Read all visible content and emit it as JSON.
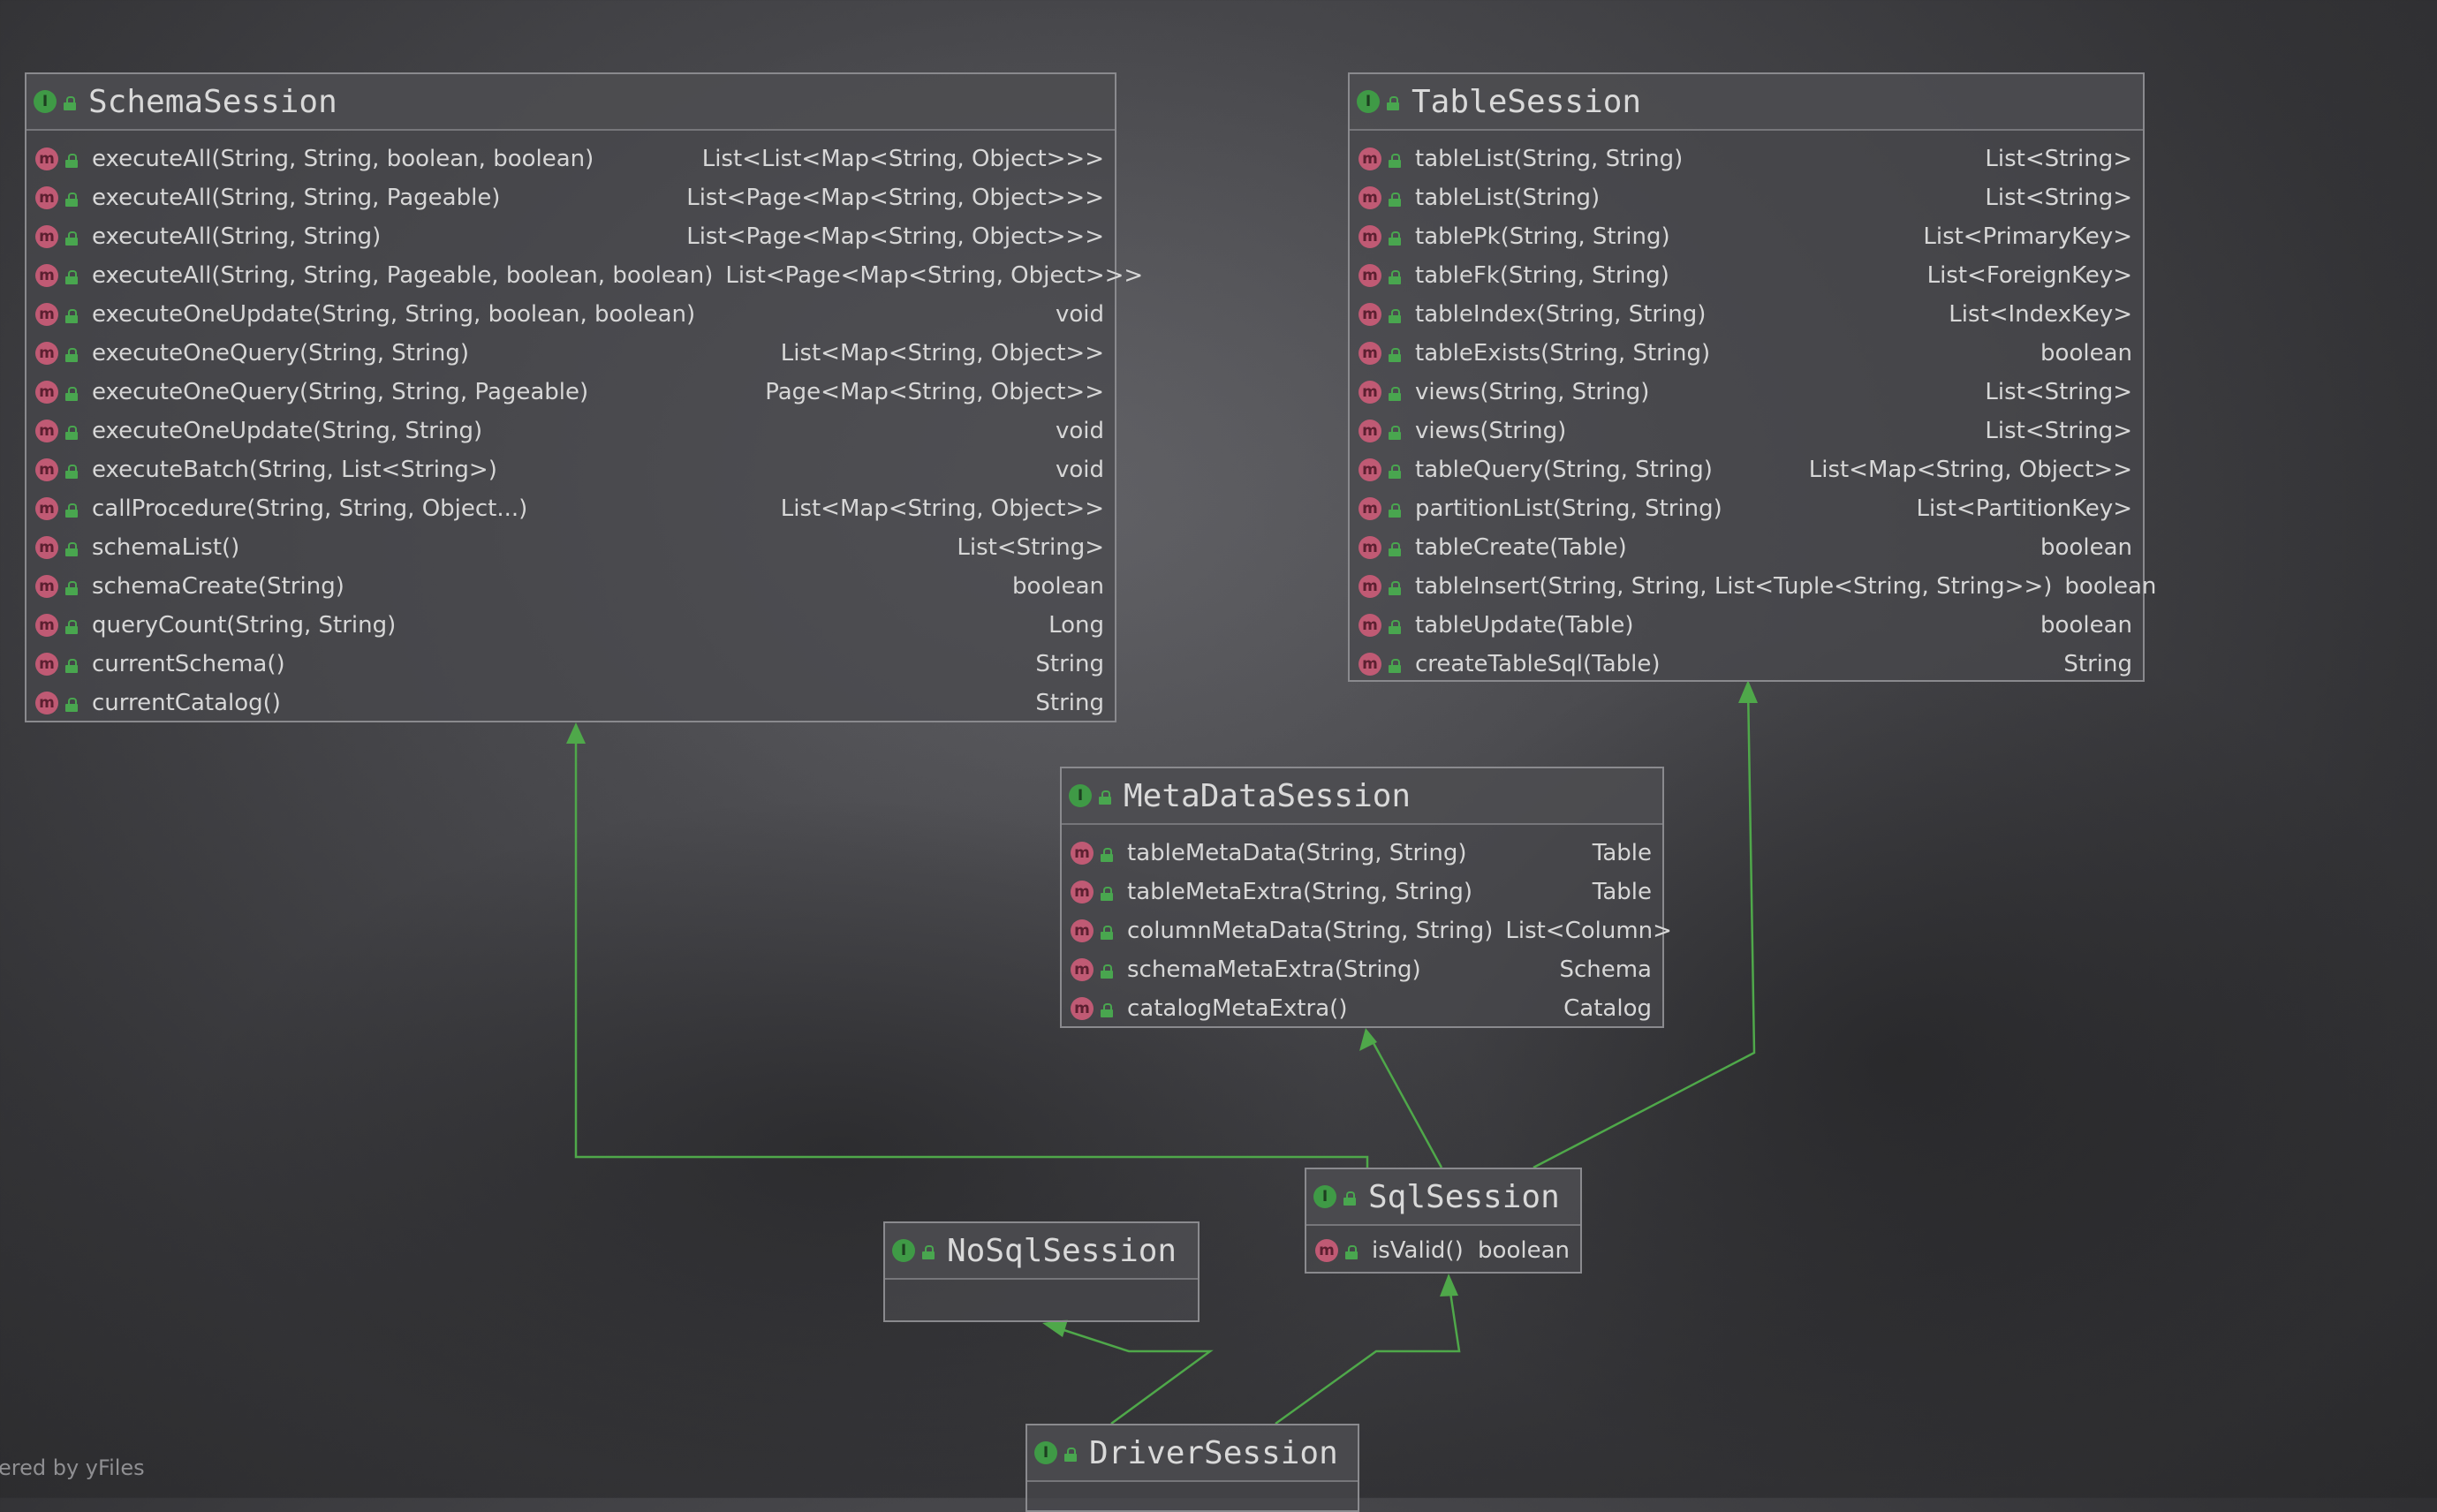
{
  "nodes": {
    "schema": {
      "title": "SchemaSession",
      "methods": [
        {
          "sig": "executeAll(String, String, boolean, boolean)",
          "ret": "List<List<Map<String, Object>>>"
        },
        {
          "sig": "executeAll(String, String, Pageable)",
          "ret": "List<Page<Map<String, Object>>>"
        },
        {
          "sig": "executeAll(String, String)",
          "ret": "List<Page<Map<String, Object>>>"
        },
        {
          "sig": "executeAll(String, String, Pageable, boolean, boolean)",
          "ret": "List<Page<Map<String, Object>>>"
        },
        {
          "sig": "executeOneUpdate(String, String, boolean, boolean)",
          "ret": "void"
        },
        {
          "sig": "executeOneQuery(String, String)",
          "ret": "List<Map<String, Object>>"
        },
        {
          "sig": "executeOneQuery(String, String, Pageable)",
          "ret": "Page<Map<String, Object>>"
        },
        {
          "sig": "executeOneUpdate(String, String)",
          "ret": "void"
        },
        {
          "sig": "executeBatch(String, List<String>)",
          "ret": "void"
        },
        {
          "sig": "callProcedure(String, String, Object...)",
          "ret": "List<Map<String, Object>>"
        },
        {
          "sig": "schemaList()",
          "ret": "List<String>"
        },
        {
          "sig": "schemaCreate(String)",
          "ret": "boolean"
        },
        {
          "sig": "queryCount(String, String)",
          "ret": "Long"
        },
        {
          "sig": "currentSchema()",
          "ret": "String"
        },
        {
          "sig": "currentCatalog()",
          "ret": "String"
        }
      ]
    },
    "table": {
      "title": "TableSession",
      "methods": [
        {
          "sig": "tableList(String, String)",
          "ret": "List<String>"
        },
        {
          "sig": "tableList(String)",
          "ret": "List<String>"
        },
        {
          "sig": "tablePk(String, String)",
          "ret": "List<PrimaryKey>"
        },
        {
          "sig": "tableFk(String, String)",
          "ret": "List<ForeignKey>"
        },
        {
          "sig": "tableIndex(String, String)",
          "ret": "List<IndexKey>"
        },
        {
          "sig": "tableExists(String, String)",
          "ret": "boolean"
        },
        {
          "sig": "views(String, String)",
          "ret": "List<String>"
        },
        {
          "sig": "views(String)",
          "ret": "List<String>"
        },
        {
          "sig": "tableQuery(String, String)",
          "ret": "List<Map<String, Object>>"
        },
        {
          "sig": "partitionList(String, String)",
          "ret": "List<PartitionKey>"
        },
        {
          "sig": "tableCreate(Table)",
          "ret": "boolean"
        },
        {
          "sig": "tableInsert(String, String, List<Tuple<String, String>>)",
          "ret": "boolean"
        },
        {
          "sig": "tableUpdate(Table)",
          "ret": "boolean"
        },
        {
          "sig": "createTableSql(Table)",
          "ret": "String"
        }
      ]
    },
    "metadata": {
      "title": "MetaDataSession",
      "methods": [
        {
          "sig": "tableMetaData(String, String)",
          "ret": "Table"
        },
        {
          "sig": "tableMetaExtra(String, String)",
          "ret": "Table"
        },
        {
          "sig": "columnMetaData(String, String)",
          "ret": "List<Column>"
        },
        {
          "sig": "schemaMetaExtra(String)",
          "ret": "Schema"
        },
        {
          "sig": "catalogMetaExtra()",
          "ret": "Catalog"
        }
      ]
    },
    "sql": {
      "title": "SqlSession",
      "methods": [
        {
          "sig": "isValid()",
          "ret": "boolean"
        }
      ]
    },
    "nosql": {
      "title": "NoSqlSession",
      "methods": []
    },
    "driver": {
      "title": "DriverSession",
      "methods": []
    }
  },
  "icons": {
    "interface": "interface-icon",
    "method": "method-icon",
    "visibility": "public-lock-icon"
  },
  "colors": {
    "arrow": "#4fa84a",
    "interface_icon": "#3f9a46",
    "method_icon": "#c05a74"
  },
  "footer": "ered by yFiles"
}
